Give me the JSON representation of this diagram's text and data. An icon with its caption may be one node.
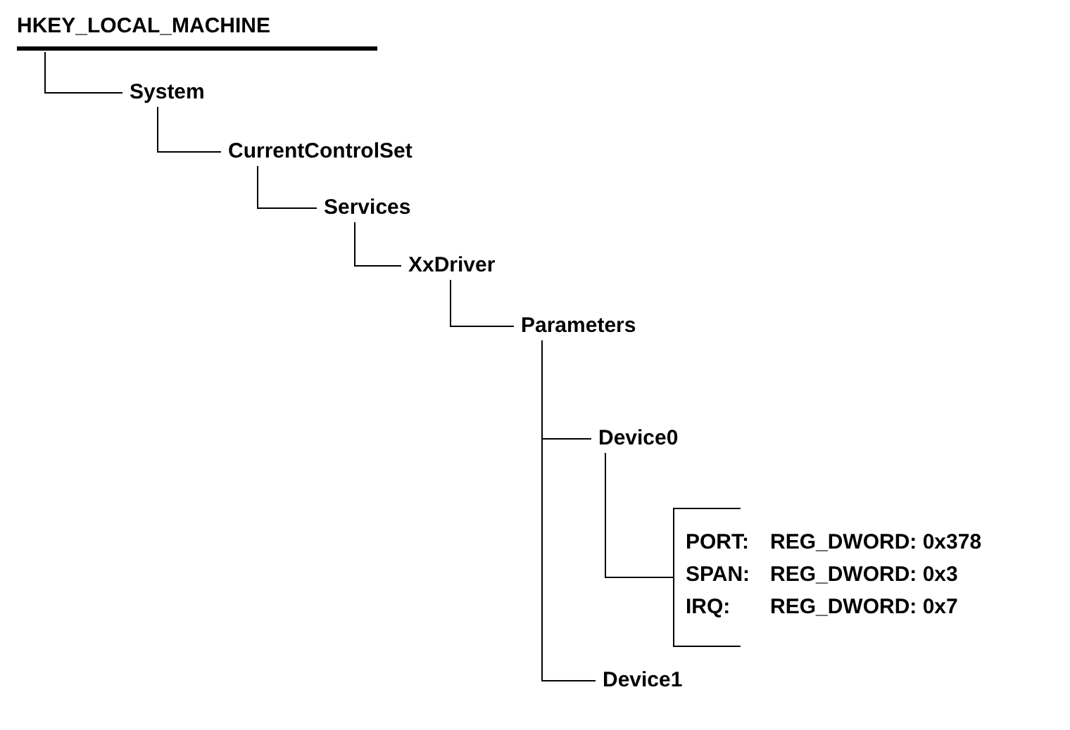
{
  "diagram": {
    "nodes": [
      {
        "text": [
          "HKEY_LOCAL_MACHINE"
        ]
      },
      {
        "text": [
          "System"
        ]
      },
      {
        "text": [
          "CurrentControlSet"
        ]
      },
      {
        "text": [
          "Services"
        ]
      },
      {
        "text": [
          "XxDriver"
        ]
      },
      {
        "text": [
          "Parameters"
        ]
      },
      {
        "text": [
          "Device0"
        ]
      },
      {
        "text": [
          "PORT:",
          "REG_DWORD: 0x378",
          "SPAN:",
          "REG_DWORD: 0x3",
          "IRQ:",
          "REG_DWORD: 0x7"
        ]
      },
      {
        "text": [
          "Device1"
        ]
      }
    ],
    "edges": [
      {
        "from": 0,
        "to": 1,
        "arrow": "none"
      },
      {
        "from": 1,
        "to": 2,
        "arrow": "none"
      },
      {
        "from": 2,
        "to": 3,
        "arrow": "none"
      },
      {
        "from": 3,
        "to": 4,
        "arrow": "none"
      },
      {
        "from": 4,
        "to": 5,
        "arrow": "none"
      },
      {
        "from": 5,
        "to": 6,
        "arrow": "none"
      },
      {
        "from": 6,
        "to": 7,
        "arrow": "none"
      },
      {
        "from": 5,
        "to": 8,
        "arrow": "none"
      }
    ]
  }
}
